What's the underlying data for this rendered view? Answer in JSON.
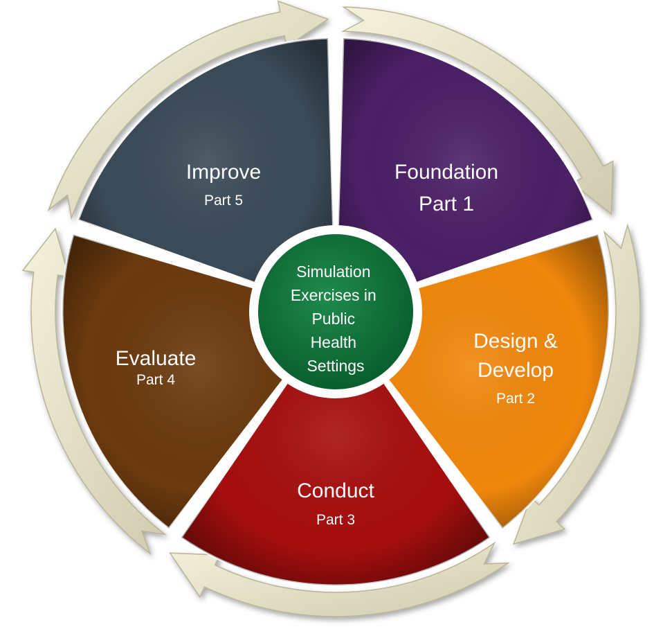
{
  "diagram": {
    "center": {
      "lines": [
        "Simulation",
        "Exercises in",
        "Public",
        "Health",
        "Settings"
      ],
      "color": "#0b6a35"
    },
    "segments": [
      {
        "id": "foundation",
        "title_lines": [
          "Foundation",
          "Part 1"
        ],
        "part": "",
        "color": "#4b2066"
      },
      {
        "id": "design-develop",
        "title_lines": [
          "Design &",
          "Develop"
        ],
        "part": "Part 2",
        "color": "#f0870c"
      },
      {
        "id": "conduct",
        "title_lines": [
          "Conduct"
        ],
        "part": "Part 3",
        "color": "#a60e0e"
      },
      {
        "id": "evaluate",
        "title_lines": [
          "Evaluate"
        ],
        "part": "Part 4",
        "color": "#6b3a0e"
      },
      {
        "id": "improve",
        "title_lines": [
          "Improve"
        ],
        "part": "Part 5",
        "color": "#3a4a57"
      }
    ],
    "arrow_color": "#e6e3c9"
  }
}
